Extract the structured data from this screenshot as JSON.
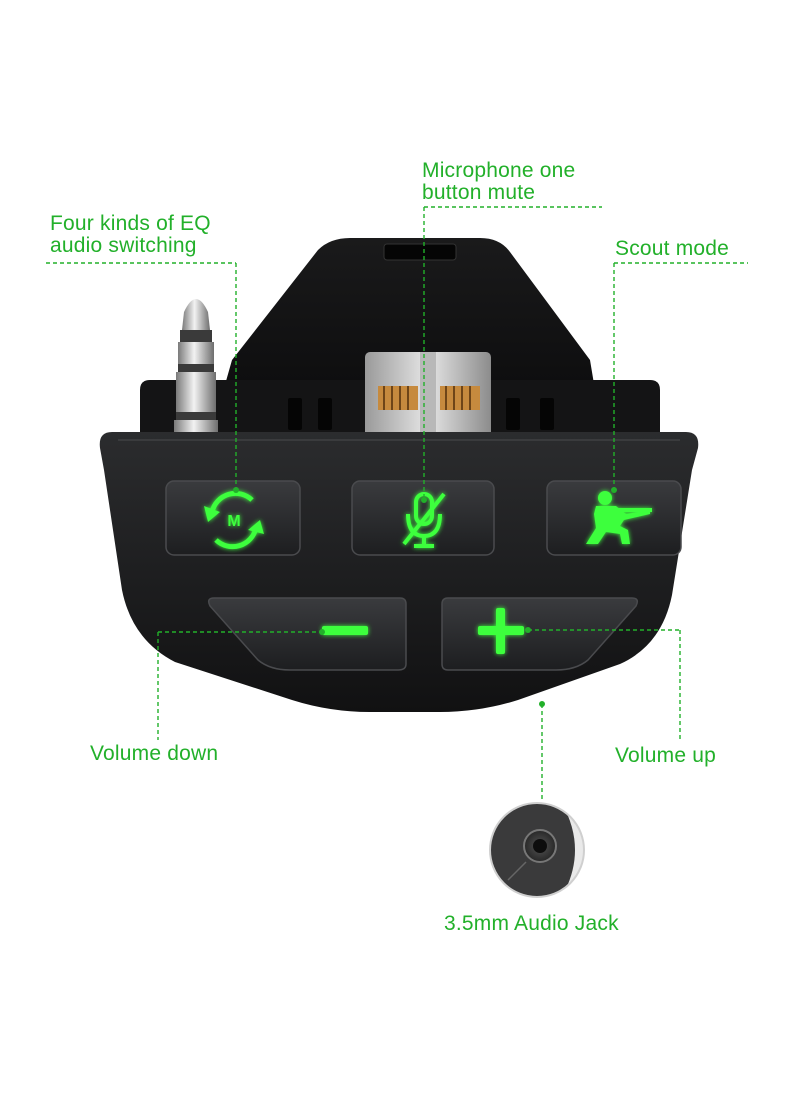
{
  "labels": {
    "eq": {
      "line1": "Four kinds of EQ",
      "line2": "audio switching"
    },
    "mic": {
      "line1": "Microphone one",
      "line2": "button mute"
    },
    "scout": {
      "text": "Scout mode"
    },
    "volume_down": {
      "text": "Volume down"
    },
    "volume_up": {
      "text": "Volume up"
    },
    "jack": {
      "text": "3.5mm Audio Jack"
    }
  },
  "buttons": {
    "eq_glyph": "M"
  },
  "colors": {
    "accent_green": "#22b02a",
    "glow_green": "#3cff3c",
    "device_body": "#1c1c1e",
    "button_face": "#2a2b2d"
  }
}
